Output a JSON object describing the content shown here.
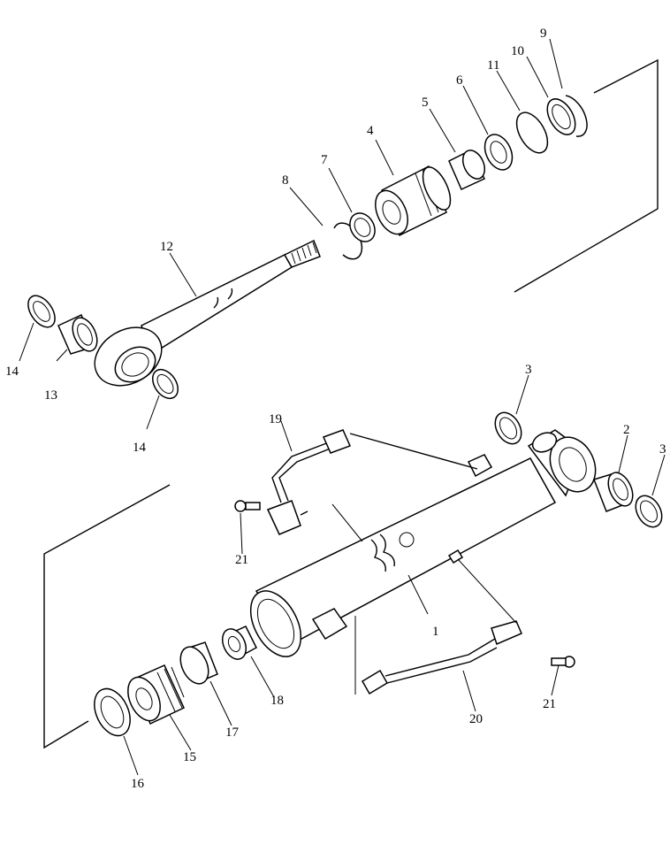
{
  "diagram": {
    "callouts": {
      "c1": "1",
      "c2": "2",
      "c3a": "3",
      "c3b": "3",
      "c4": "4",
      "c5": "5",
      "c6": "6",
      "c7": "7",
      "c8": "8",
      "c9": "9",
      "c10": "10",
      "c11": "11",
      "c12": "12",
      "c13": "13",
      "c14a": "14",
      "c14b": "14",
      "c15": "15",
      "c16": "16",
      "c17": "17",
      "c18": "18",
      "c19": "19",
      "c20": "20",
      "c21a": "21",
      "c21b": "21"
    }
  }
}
